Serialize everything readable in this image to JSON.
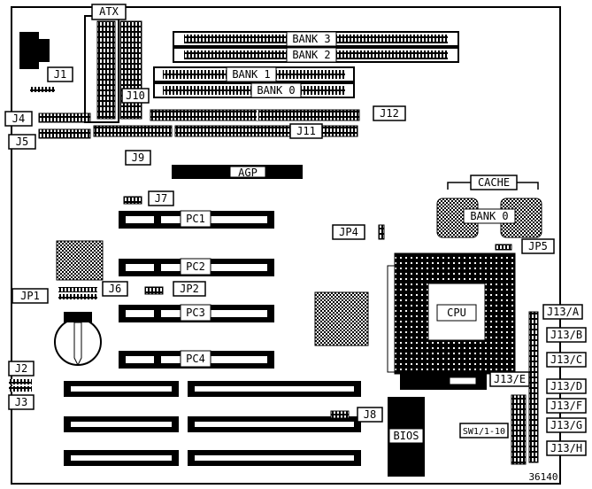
{
  "figure_number": "36140",
  "labels": {
    "atx": "ATX",
    "bank3": "BANK 3",
    "bank2": "BANK 2",
    "bank1": "BANK 1",
    "bank0": "BANK 0",
    "j1": "J1",
    "j10": "J10",
    "j4": "J4",
    "j5": "J5",
    "j12": "J12",
    "j11": "J11",
    "j9": "J9",
    "agp": "AGP",
    "j7": "J7",
    "cache": "CACHE",
    "cache_bank0": "BANK 0",
    "pc1": "PC1",
    "jp4": "JP4",
    "jp5": "JP5",
    "pc2": "PC2",
    "jp1": "JP1",
    "j6": "J6",
    "jp2": "JP2",
    "cpu": "CPU",
    "pc3": "PC3",
    "j13a": "J13/A",
    "j13b": "J13/B",
    "pc4": "PC4",
    "j13c": "J13/C",
    "j2": "J2",
    "j13d": "J13/D",
    "j13e": "J13/E",
    "j3": "J3",
    "j13f": "J13/F",
    "j13g": "J13/G",
    "sw1": "SW1/1-10",
    "bios": "BIOS",
    "j8": "J8",
    "j13h": "J13/H"
  }
}
